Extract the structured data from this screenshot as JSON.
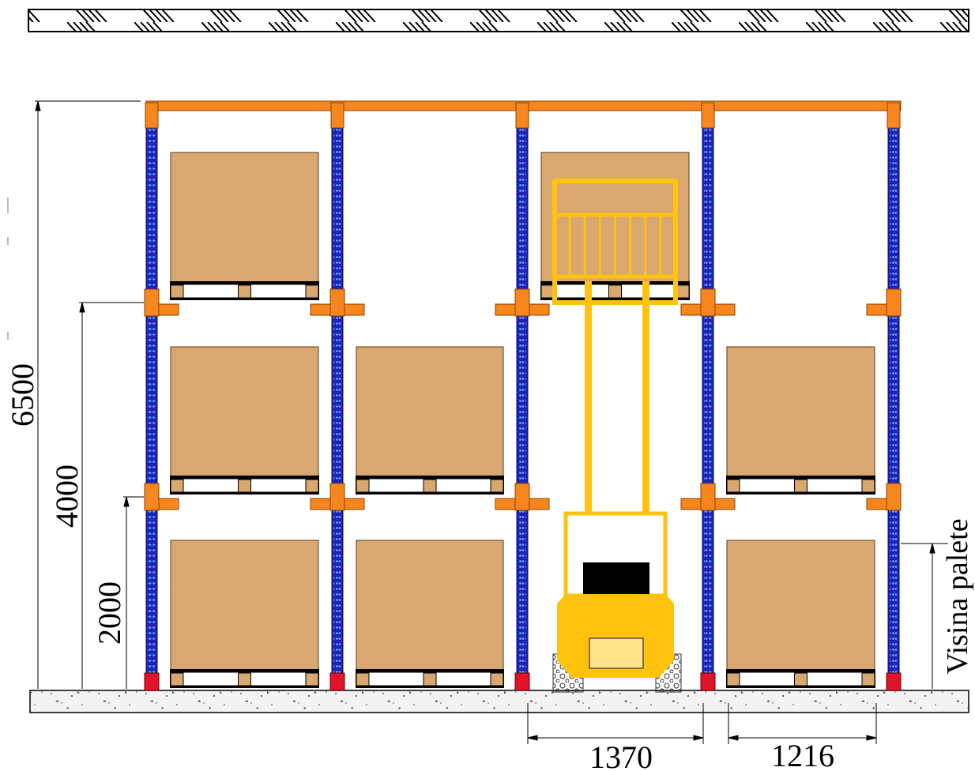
{
  "dimensions": {
    "total_height": "6500",
    "level_2_height": "4000",
    "level_1_height": "2000",
    "pallet_height_label": "Visina palete",
    "aisle_width": "1370",
    "bay_width": "1216"
  },
  "colors": {
    "upright": "#1F23B4",
    "upright_dots": "#5aa0ff",
    "rail": "#F7861E",
    "rail_edge": "#8a4300",
    "box": "#D9A770",
    "pallet_deck": "#D9A770",
    "forklift": "#FFC20E",
    "forklift_light": "#FFE28A",
    "base_plate": "#E3122B",
    "floor": "#F3F3F3"
  },
  "storage_grid": {
    "levels": 3,
    "bays": 4,
    "occupied": [
      [
        true,
        true,
        false,
        true
      ],
      [
        true,
        true,
        false,
        true
      ],
      [
        true,
        false,
        true,
        false
      ]
    ]
  },
  "icons": {
    "forklift": "forklift-icon",
    "ceiling": "ceiling-hatch"
  }
}
